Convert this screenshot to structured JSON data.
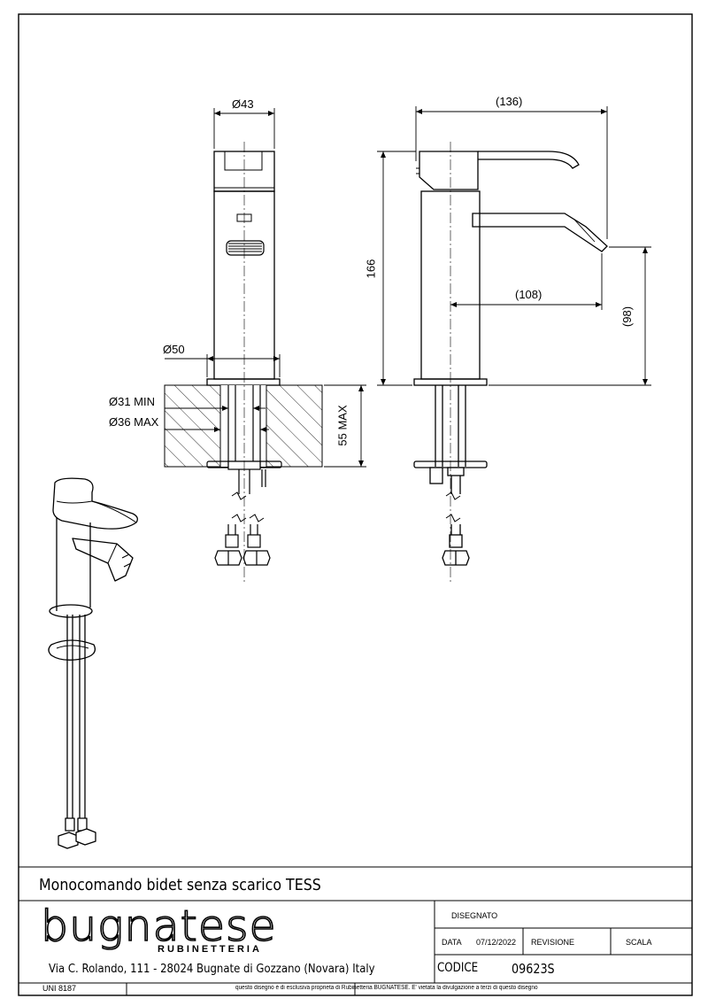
{
  "dimensions": {
    "d43": "Ø43",
    "d136": "(136)",
    "d166": "166",
    "d108": "(108)",
    "d98": "(98)",
    "d50": "Ø50",
    "d31": "Ø31 MIN",
    "d36": "Ø36 MAX",
    "max55": "55 MAX"
  },
  "title_block": {
    "product_title": "Monocomando bidet senza scarico TESS",
    "logo_word": "bugnatese",
    "logo_sub": "RUBINETTERIA",
    "address": "Via C. Rolando, 111 - 28024 Bugnate di Gozzano (Novara) Italy",
    "disegnato_label": "DISEGNATO",
    "data_label": "DATA",
    "data_value": "07/12/2022",
    "revisione_label": "REVISIONE",
    "scala_label": "SCALA",
    "codice_label": "CODICE",
    "codice_value": "09623S",
    "uni": "UNI 8187",
    "disclaimer": "questo disegno è di esclusiva proprieta di Rubinetteria BUGNATESE. E' vietata la divulgazione a terzi di questo disegno"
  }
}
